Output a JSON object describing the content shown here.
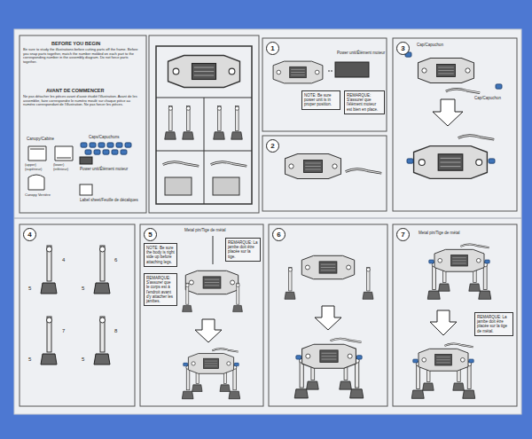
{
  "diagram": {
    "nodes": [
      {
        "text": [
          "1"
        ]
      },
      {
        "text": [
          "NOTE: Be sure power unit is in proper position."
        ]
      },
      {
        "text": [
          "REMARQUE: S'assurer que l'élément moteur est bien en place."
        ]
      },
      {
        "text": [
          "2"
        ]
      },
      {
        "text": [
          "3"
        ]
      },
      {
        "text": [
          "4"
        ]
      },
      {
        "text": [
          "5"
        ]
      },
      {
        "text": [
          "NOTE: Be sure the body is right side up before attaching legs."
        ]
      },
      {
        "text": [
          "REMARQUE: S'assurer que le corps est à l'endroit avant d'y attacher les jambes."
        ]
      },
      {
        "text": [
          "REMARQUE: La jambe doit être placée sur la tige."
        ]
      },
      {
        "text": [
          "6"
        ]
      },
      {
        "text": [
          "7"
        ]
      },
      {
        "text": [
          "REMARQUE: La jambe doit être placée sur la tige de métal."
        ]
      }
    ],
    "labels": [
      "BEFORE YOU BEGIN",
      "Be sure to study the illustrations before cutting parts off the frame. Before you snap parts together, match the number molded on each part to the corresponding number in the assembly diagram. Do not force parts together.",
      "AVANT DE COMMENCER",
      "Ne pas détacher les pièces avant d'avoir étudié l'illustration. Avant de les assembler, faire correspondre le numéro moulé sur chaque pièce au numéro correspondant de l'illustration. Ne pas forcer les pièces.",
      "Canopy/Cabine",
      "(upper) (supérieur)",
      "(lower) (inférieur)",
      "Canopy Verrière",
      "Caps/Capuchons",
      "Power unit/Élément moteur",
      "Label sheet/Feuille de décalques",
      "Power unit/Élément moteur",
      "Cap/Capuchon",
      "Cap/Capuchon",
      "4",
      "6",
      "5",
      "5",
      "7",
      "8",
      "5",
      "5",
      "Metal pin/Tige de métal",
      "Metal pin/Tige de métal"
    ]
  }
}
